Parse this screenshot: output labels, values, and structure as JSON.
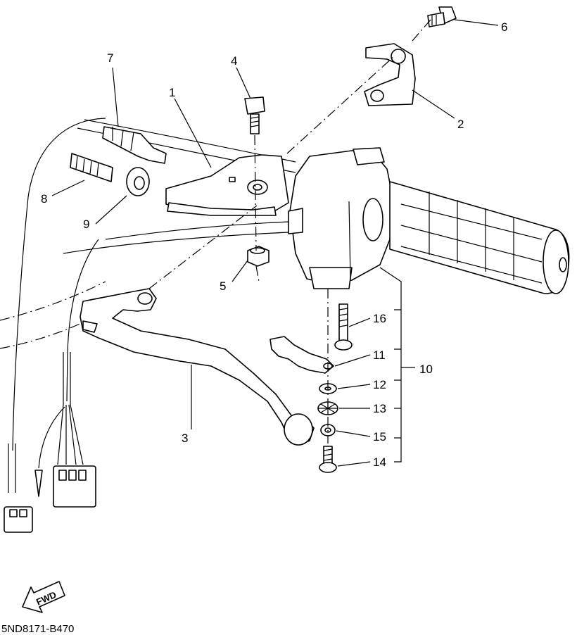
{
  "diagram_code": "5ND8171-B470",
  "fwd_label": "FWD",
  "callouts": {
    "p1": "1",
    "p2": "2",
    "p3": "3",
    "p4": "4",
    "p5": "5",
    "p6": "6",
    "p7": "7",
    "p8": "8",
    "p9": "9",
    "p10": "10",
    "p11": "11",
    "p12": "12",
    "p13": "13",
    "p14": "14",
    "p15": "15",
    "p16": "16"
  }
}
